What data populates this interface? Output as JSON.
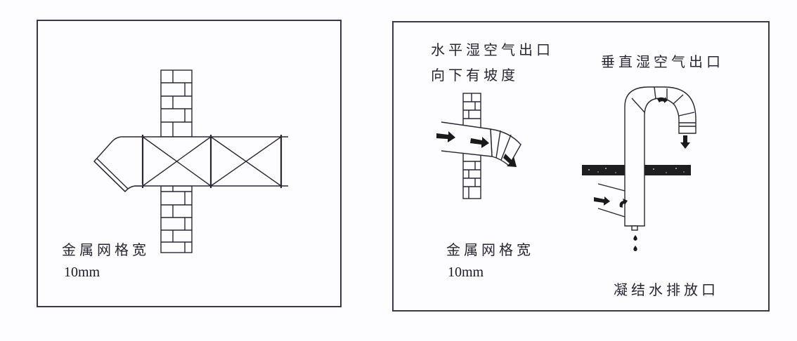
{
  "figure": {
    "left_panel": {
      "title": "",
      "labels": {
        "mesh_label": "金属网格宽",
        "mesh_width": "10mm"
      },
      "elements": [
        "brick-wall",
        "duct-with-cross-bracing",
        "angled-inlet-hood"
      ]
    },
    "right_panel": {
      "labels": {
        "horizontal_outlet_line1": "水平湿空气出口",
        "horizontal_outlet_line2": "向下有坡度",
        "vertical_outlet": "垂直湿空气出口",
        "mesh_label": "金属网格宽",
        "mesh_width": "10mm",
        "drain_outlet": "凝结水排放口"
      },
      "elements": [
        "brick-wall",
        "sloped-horizontal-duct",
        "segmented-elbow",
        "flow-arrows",
        "floor-slab",
        "gooseneck-vertical-duct",
        "drain-nipple",
        "water-droplets"
      ]
    },
    "colors": {
      "line": "#2a2533",
      "frame": "#3c3748",
      "background": "#fdfdff",
      "fill_dark": "#1a1a1a"
    }
  }
}
